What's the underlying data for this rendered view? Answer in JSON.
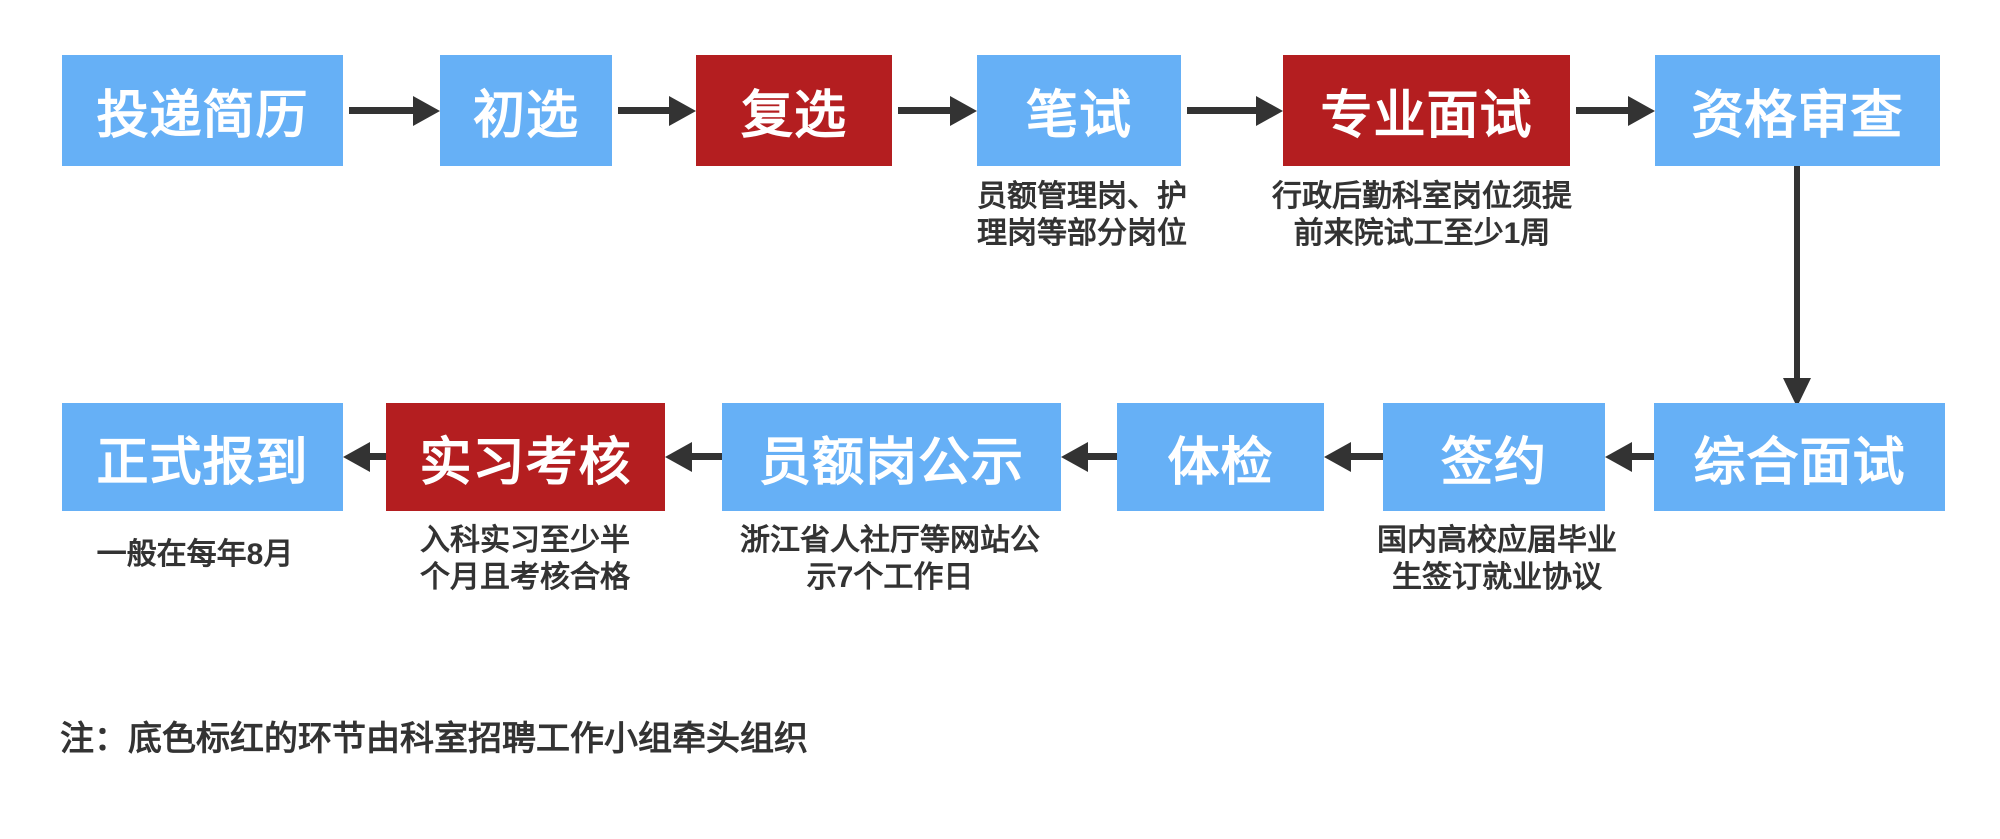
{
  "colors": {
    "box-blue": "#66B0F6",
    "box-red": "#B41E20",
    "arrow": "#333333",
    "note-text": "#333333",
    "bg": "#ffffff",
    "box-text": "#ffffff"
  },
  "rows": {
    "top": [
      {
        "label": "投递简历",
        "style": "blue"
      },
      {
        "label": "初选",
        "style": "blue"
      },
      {
        "label": "复选",
        "style": "red"
      },
      {
        "label": "笔试",
        "style": "blue",
        "note_lines": [
          "员额管理岗、护",
          "理岗等部分岗位"
        ]
      },
      {
        "label": "专业面试",
        "style": "red",
        "note_lines": [
          "行政后勤科室岗位须提",
          "前来院试工至少1周"
        ]
      },
      {
        "label": "资格审查",
        "style": "blue"
      }
    ],
    "bottom": [
      {
        "label": "综合面试",
        "style": "blue"
      },
      {
        "label": "签约",
        "style": "blue",
        "note_lines": [
          "国内高校应届毕业",
          "生签订就业协议"
        ]
      },
      {
        "label": "体检",
        "style": "blue"
      },
      {
        "label": "员额岗公示",
        "style": "blue",
        "note_lines": [
          "浙江省人社厅等网站公",
          "示7个工作日"
        ]
      },
      {
        "label": "实习考核",
        "style": "red",
        "note_lines": [
          "入科实习至少半",
          "个月且考核合格"
        ]
      },
      {
        "label": "正式报到",
        "style": "blue",
        "note_lines": [
          "一般在每年8月"
        ]
      }
    ]
  },
  "footnote": "注：底色标红的环节由科室招聘工作小组牵头组织"
}
